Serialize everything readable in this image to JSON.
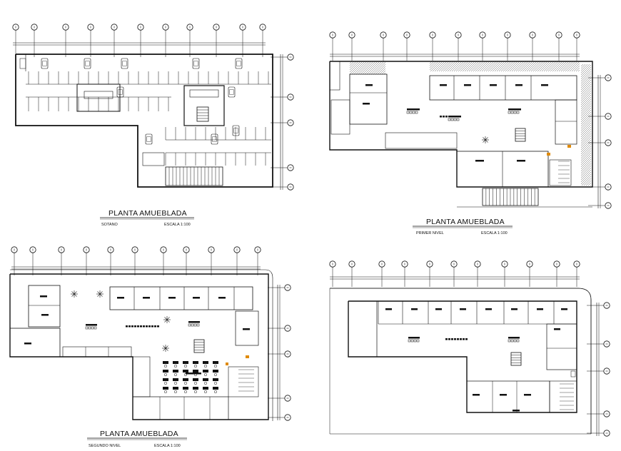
{
  "plans": [
    {
      "id": "sotano",
      "title": "PLANTA AMUEBLADA",
      "level": "SOTANO",
      "scale": "ESCALA 1:100"
    },
    {
      "id": "primer-nivel",
      "title": "PLANTA AMUEBLADA",
      "level": "PRIMER NIVEL",
      "scale": "ESCALA 1:100"
    },
    {
      "id": "segundo-nivel",
      "title": "PLANTA AMUEBLADA",
      "level": "SEGUNDO NIVEL",
      "scale": "ESCALA 1:100"
    },
    {
      "id": "tercer-nivel",
      "title": "",
      "level": "",
      "scale": ""
    }
  ],
  "colors": {
    "line": "#111111",
    "background": "#ffffff",
    "stamp": "#e08a00"
  }
}
